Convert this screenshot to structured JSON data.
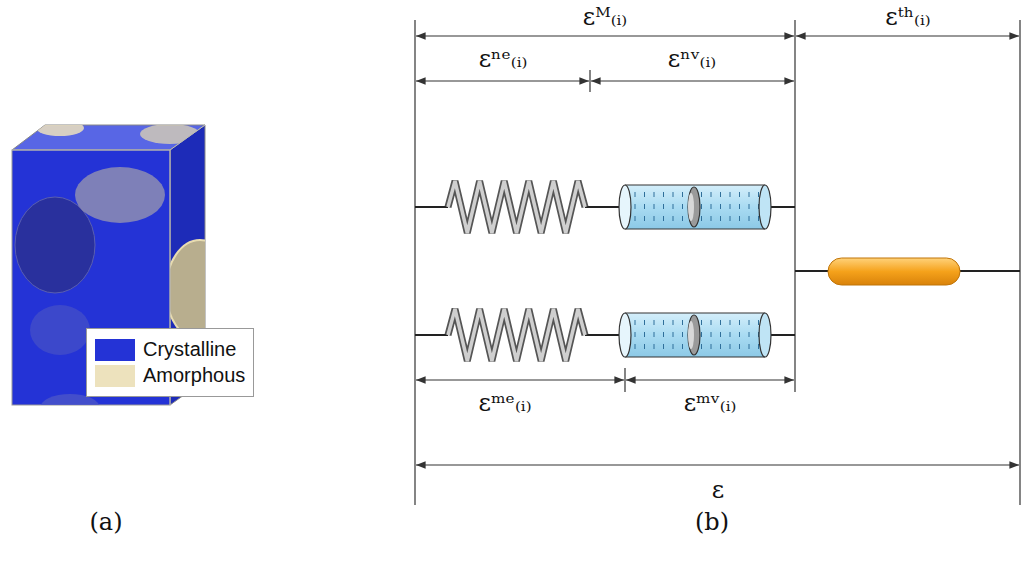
{
  "diagram": {
    "labels": [
      "(a)",
      "(b)",
      "εᴹ₍ᵢ₎",
      "εᵗʰ₍ᵢ₎",
      "εⁿᵉ₍ᵢ₎",
      "εⁿᵛ₍ᵢ₎",
      "εᵐᵉ₍ᵢ₎",
      "εᵐᵛ₍ᵢ₎",
      "ε"
    ],
    "legend": [
      {
        "text": "Crystalline",
        "color": "#2433d6"
      },
      {
        "text": "Amorphous",
        "color": "#ede2bd"
      }
    ]
  }
}
